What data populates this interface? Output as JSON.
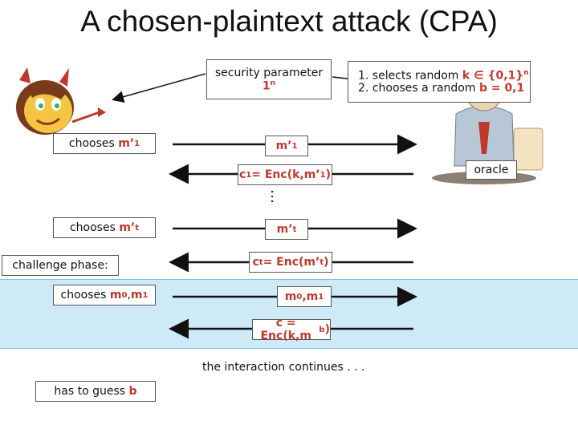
{
  "title": "A chosen-plaintext attack (CPA)",
  "security_box": {
    "line1": "security parameter",
    "line2": "1",
    "line2_sup": "n"
  },
  "oracle_steps": {
    "step1_prefix": "1.  selects random ",
    "step1_var": "k ∈ {0,1}",
    "step1_sup": "n",
    "step2_prefix": "2.  chooses a random ",
    "step2_var": "b = 0,1"
  },
  "oracle_label": "oracle",
  "adversary": {
    "chooses_m1_prefix": "chooses ",
    "chooses_m1_var": "m’",
    "chooses_m1_sub": "1",
    "chooses_mt_prefix": "chooses ",
    "chooses_mt_var": "m’",
    "chooses_mt_sub": "t",
    "challenge_label": "challenge phase:",
    "chooses_m0m1_prefix": "chooses ",
    "m0": "m",
    "m0_sub": "0",
    "sep": ", ",
    "m1": "m",
    "m1_sub": "1",
    "guess_prefix": "has to guess ",
    "guess_var": "b"
  },
  "messages": {
    "msg1_var": "m’",
    "msg1_sub": "1",
    "reply1_pre": "c",
    "reply1_sub": "1",
    "reply1_mid": " = Enc(k,m’",
    "reply1_sub2": "1",
    "reply1_end": ")",
    "ellipsis": "…",
    "msgt_var": "m’",
    "msgt_sub": "t",
    "replyt_pre": "c",
    "replyt_sub": "t",
    "replyt_mid": " = Enc(m’",
    "replyt_sub2": "t",
    "replyt_end": ")",
    "challenge_msg_m0": "m",
    "challenge_msg_m0_sub": "0",
    "challenge_msg_sep": ",",
    "challenge_msg_m1": "m",
    "challenge_msg_m1_sub": "1",
    "challenge_reply_pre": "c = Enc(k,m",
    "challenge_reply_sub": "b",
    "challenge_reply_end": ")"
  },
  "continues": "the interaction continues . . .",
  "colors": {
    "accent_red": "#c0392b",
    "band": "#cfeaf7"
  }
}
